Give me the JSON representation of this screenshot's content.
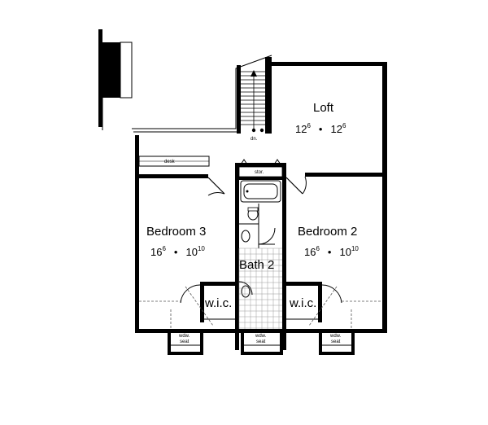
{
  "rooms": {
    "loft": {
      "name": "Loft",
      "w_ft": "12",
      "w_in": "6",
      "sep": "•",
      "d_ft": "12",
      "d_in": "6"
    },
    "bedroom3": {
      "name": "Bedroom 3",
      "w_ft": "16",
      "w_in": "6",
      "sep": "•",
      "d_ft": "10",
      "d_in": "10"
    },
    "bedroom2": {
      "name": "Bedroom 2",
      "w_ft": "16",
      "w_in": "6",
      "sep": "•",
      "d_ft": "10",
      "d_in": "10"
    },
    "bath2": {
      "name": "Bath 2"
    }
  },
  "labels": {
    "desk": "desk",
    "stor": "stor.",
    "dn": "dn.",
    "wic_left": "w.i.c.",
    "wic_right": "w.i.c.",
    "window_seat_top": "wdw.",
    "window_seat_bottom": "seat"
  },
  "colors": {
    "line": "#000000",
    "tile": "#9a9a9a",
    "paper": "#ffffff"
  }
}
